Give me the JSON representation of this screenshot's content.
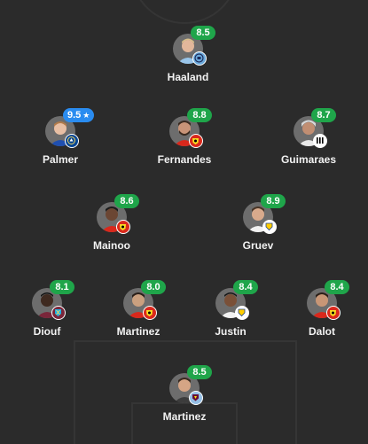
{
  "colors": {
    "background": "#2b2b2b",
    "pitch_lines": "#353535",
    "rating_default": "#1fa54a",
    "rating_motm": "#2a8cf0",
    "name_text": "#f2f2f2"
  },
  "players": [
    {
      "name": "Haaland",
      "rating": "8.5",
      "club": "Manchester City",
      "badge_icon": "man-city-badge-icon"
    },
    {
      "name": "Palmer",
      "rating": "9.5",
      "club": "Chelsea",
      "badge_icon": "chelsea-badge-icon",
      "motm": true,
      "star": "★"
    },
    {
      "name": "Fernandes",
      "rating": "8.8",
      "club": "Manchester United",
      "badge_icon": "man-united-badge-icon"
    },
    {
      "name": "Guimaraes",
      "rating": "8.7",
      "club": "Newcastle",
      "badge_icon": "newcastle-badge-icon"
    },
    {
      "name": "Mainoo",
      "rating": "8.6",
      "club": "Manchester United",
      "badge_icon": "man-united-badge-icon"
    },
    {
      "name": "Gruev",
      "rating": "8.9",
      "club": "Leeds United",
      "badge_icon": "leeds-badge-icon"
    },
    {
      "name": "Diouf",
      "rating": "8.1",
      "club": "West Ham",
      "badge_icon": "west-ham-badge-icon"
    },
    {
      "name": "Martinez",
      "rating": "8.0",
      "club": "Manchester United",
      "badge_icon": "man-united-badge-icon"
    },
    {
      "name": "Justin",
      "rating": "8.4",
      "club": "Leeds United",
      "badge_icon": "leeds-badge-icon"
    },
    {
      "name": "Dalot",
      "rating": "8.4",
      "club": "Manchester United",
      "badge_icon": "man-united-badge-icon"
    },
    {
      "name": "Martinez",
      "rating": "8.5",
      "club": "Aston Villa",
      "badge_icon": "aston-villa-badge-icon"
    }
  ]
}
